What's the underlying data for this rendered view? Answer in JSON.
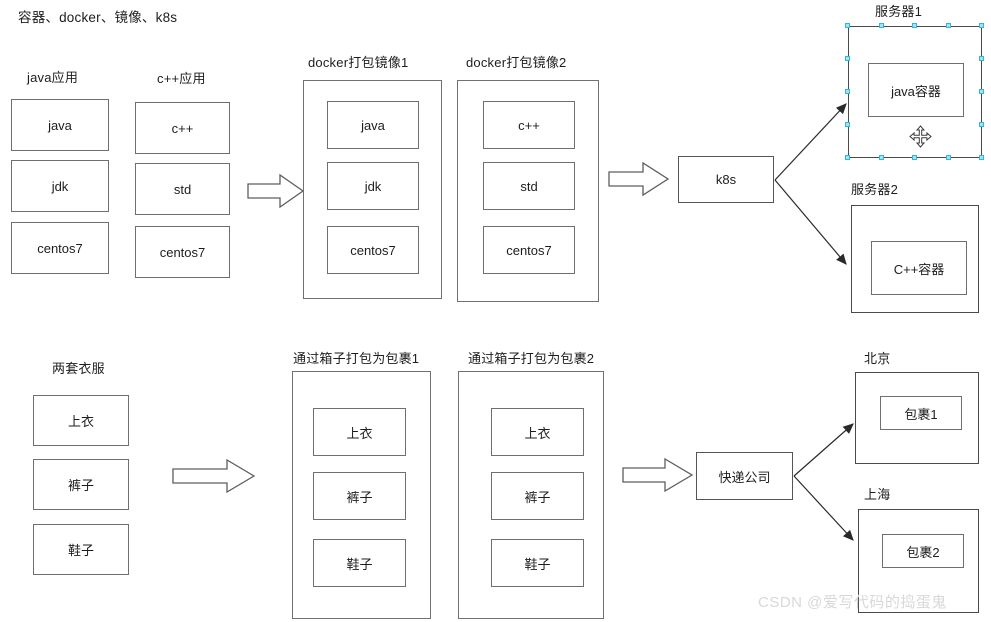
{
  "page": {
    "title": "容器、docker、镜像、k8s",
    "watermark": "CSDN @爱写代码的捣蛋鬼"
  },
  "top_row": {
    "java_app": {
      "label": "java应用",
      "layers": [
        "java",
        "jdk",
        "centos7"
      ]
    },
    "cpp_app": {
      "label": "c++应用",
      "layers": [
        "c++",
        "std",
        "centos7"
      ]
    },
    "arrow1": {
      "name": "block-arrow-right"
    },
    "image1": {
      "label": "docker打包镜像1",
      "layers": [
        "java",
        "jdk",
        "centos7"
      ]
    },
    "image2": {
      "label": "docker打包镜像2",
      "layers": [
        "c++",
        "std",
        "centos7"
      ]
    },
    "arrow2": {
      "name": "block-arrow-right"
    },
    "orchestrator": {
      "label": "k8s"
    },
    "server1": {
      "label": "服务器1",
      "container": "java容器",
      "selected": true
    },
    "server2": {
      "label": "服务器2",
      "container": "C++容器",
      "selected": false
    }
  },
  "bottom_row": {
    "clothes": {
      "label": "两套衣服",
      "items": [
        "上衣",
        "裤子",
        "鞋子"
      ]
    },
    "arrow1": {
      "name": "block-arrow-right"
    },
    "package1": {
      "label": "通过箱子打包为包裹1",
      "items": [
        "上衣",
        "裤子",
        "鞋子"
      ]
    },
    "package2": {
      "label": "通过箱子打包为包裹2",
      "items": [
        "上衣",
        "裤子",
        "鞋子"
      ]
    },
    "arrow2": {
      "name": "block-arrow-right"
    },
    "courier": {
      "label": "快递公司"
    },
    "city1": {
      "label": "北京",
      "parcel": "包裹1"
    },
    "city2": {
      "label": "上海",
      "parcel": "包裹2"
    }
  },
  "colors": {
    "stroke": "#6f6f6f",
    "stroke_dark": "#4a4a4a",
    "text": "#1d1d1d",
    "handle_fill": "#9fe3f5",
    "handle_border": "#35b6d8",
    "watermark": "#d8d8d8",
    "background": "#ffffff"
  }
}
